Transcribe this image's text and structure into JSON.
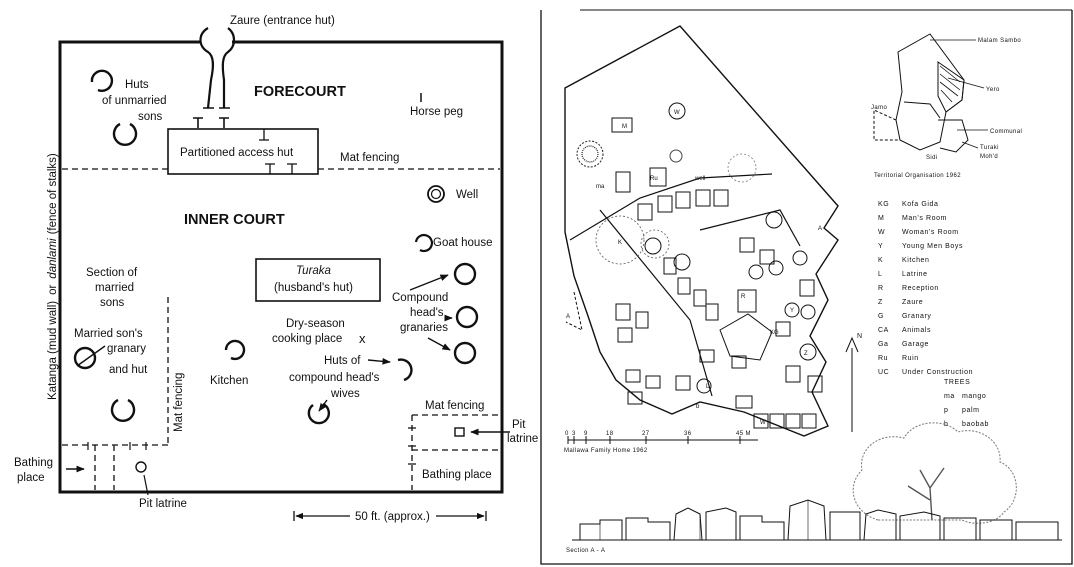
{
  "left_plan": {
    "zaure_label": "Zaure (entrance hut)",
    "forecourt": "FORECOURT",
    "inner_court": "INNER COURT",
    "horse_peg": "Horse peg",
    "huts_unmarried": [
      "Huts",
      "of unmarried",
      "sons"
    ],
    "partitioned_hut": "Partitioned access hut",
    "mat_fencing_top": "Mat fencing",
    "well": "Well",
    "goat_house": "Goat house",
    "side_label_1": "Katanga (mud wall)",
    "side_label_2": "or",
    "side_label_3": "danlami",
    "side_label_4": "(fence of stalks)",
    "section_married": [
      "Section of",
      "married",
      "sons"
    ],
    "turaka": "Turaka",
    "husbands_hut": "(husband's hut)",
    "compound_granaries": [
      "Compound",
      "head's",
      "granaries"
    ],
    "dry_season": [
      "Dry-season",
      "cooking place"
    ],
    "x_mark": "x",
    "married_granary": [
      "Married son's",
      "granary",
      "and hut"
    ],
    "mat_fencing_vertical": "Mat fencing",
    "kitchen": "Kitchen",
    "huts_wives": [
      "Huts of",
      "compound head's",
      "wives"
    ],
    "mat_fencing_right": "Mat fencing",
    "pit_latrine_right": [
      "Pit",
      "latrine"
    ],
    "bathing_place_right": "Bathing place",
    "bathing_place_left": [
      "Bathing",
      "place"
    ],
    "pit_latrine_bottom": "Pit latrine",
    "scale": "50 ft. (approx.)"
  },
  "right_plan": {
    "territorial": {
      "malam_sambo": "Malam Sambo",
      "yero": "Yero",
      "jamo": "Jamo",
      "communal": "Communal",
      "turaki": "Turaki",
      "mohd": "Moh'd",
      "sidi": "Sidi",
      "caption": "Territorial Organisation 1962"
    },
    "legend": [
      {
        "code": "KG",
        "label": "Kofa Gida"
      },
      {
        "code": "M",
        "label": "Man's Room"
      },
      {
        "code": "W",
        "label": "Woman's Room"
      },
      {
        "code": "Y",
        "label": "Young Men Boys"
      },
      {
        "code": "K",
        "label": "Kitchen"
      },
      {
        "code": "L",
        "label": "Latrine"
      },
      {
        "code": "R",
        "label": "Reception"
      },
      {
        "code": "Z",
        "label": "Zaure"
      },
      {
        "code": "G",
        "label": "Granary"
      },
      {
        "code": "CA",
        "label": "Animals"
      },
      {
        "code": "Ga",
        "label": "Garage"
      },
      {
        "code": "Ru",
        "label": "Ruin"
      },
      {
        "code": "UC",
        "label": "Under Construction"
      }
    ],
    "trees": {
      "title": "TREES",
      "items": [
        {
          "code": "ma",
          "label": "mango"
        },
        {
          "code": "p",
          "label": "palm"
        },
        {
          "code": "b",
          "label": "baobab"
        }
      ]
    },
    "north": "N",
    "scale_ticks": [
      "0",
      "3",
      "9",
      "18",
      "27",
      "36",
      "45 M"
    ],
    "scale_caption": "Mallawa Family Home 1962",
    "section_label": "Section A - A",
    "map_labels": {
      "well": "well",
      "ru": "Ru",
      "ma": "ma",
      "m": "M",
      "w": "W",
      "k": "K",
      "r": "R",
      "kg": "KG",
      "z": "Z",
      "y": "Y",
      "l": "L",
      "b": "b",
      "a": "A"
    }
  }
}
